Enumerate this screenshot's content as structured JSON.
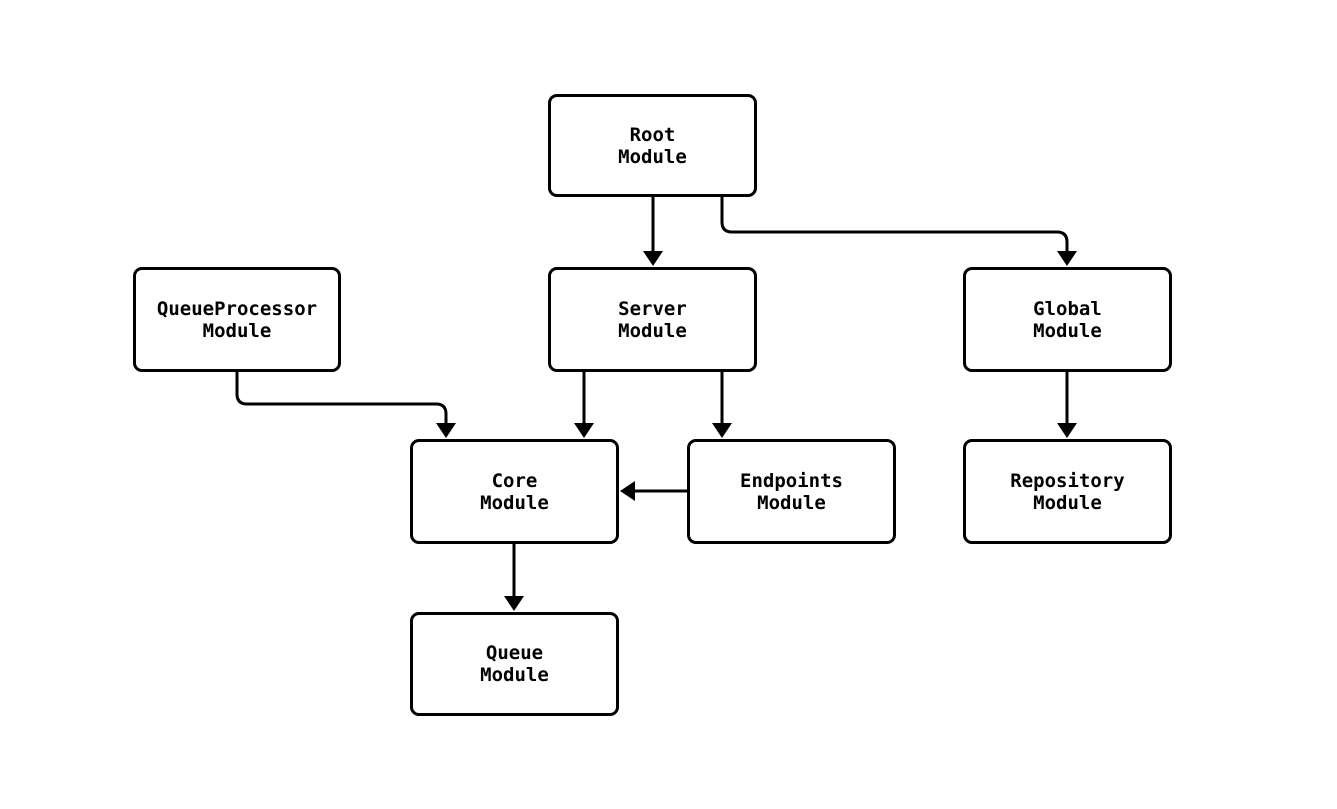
{
  "diagram": {
    "type": "module-dependency-graph",
    "background_color": "#ffffff",
    "stroke_color": "#000000",
    "text_color": "#000000",
    "nodes": [
      {
        "id": "root",
        "label": "Root\nModule"
      },
      {
        "id": "queueprocessor",
        "label": "QueueProcessor\nModule"
      },
      {
        "id": "server",
        "label": "Server\nModule"
      },
      {
        "id": "global",
        "label": "Global\nModule"
      },
      {
        "id": "core",
        "label": "Core\nModule"
      },
      {
        "id": "endpoints",
        "label": "Endpoints\nModule"
      },
      {
        "id": "repository",
        "label": "Repository\nModule"
      },
      {
        "id": "queue",
        "label": "Queue\nModule"
      }
    ],
    "edges": [
      {
        "from": "root",
        "to": "server"
      },
      {
        "from": "root",
        "to": "global"
      },
      {
        "from": "queueprocessor",
        "to": "core"
      },
      {
        "from": "server",
        "to": "core"
      },
      {
        "from": "server",
        "to": "endpoints"
      },
      {
        "from": "endpoints",
        "to": "core"
      },
      {
        "from": "global",
        "to": "repository"
      },
      {
        "from": "core",
        "to": "queue"
      }
    ]
  }
}
